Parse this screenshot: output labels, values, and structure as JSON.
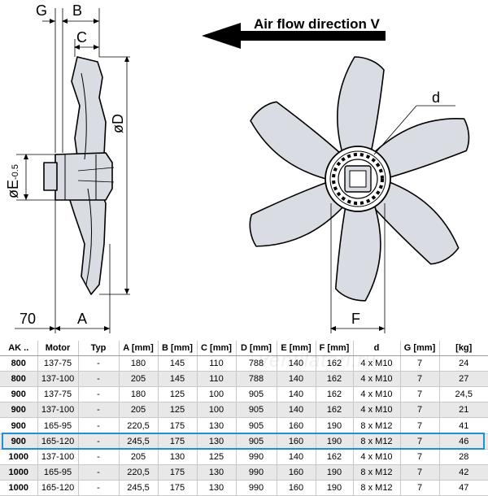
{
  "labels": {
    "g": "G",
    "b": "B",
    "c": "C",
    "d_upper": "øD",
    "e": "øE",
    "e_tol": "-0.5",
    "seventy": "70",
    "a": "A",
    "f": "F",
    "d_lower": "d",
    "airflow": "Air flow direction V"
  },
  "watermark": "ventilatori.ru",
  "table": {
    "headers": [
      "AK ..",
      "Motor",
      "Typ",
      "A [mm]",
      "B [mm]",
      "C [mm]",
      "D [mm]",
      "E [mm]",
      "F [mm]",
      "d",
      "G [mm]",
      "[kg]"
    ],
    "rows": [
      [
        "800",
        "137-75",
        "-",
        "180",
        "145",
        "110",
        "788",
        "140",
        "162",
        "4 x M10",
        "7",
        "24"
      ],
      [
        "800",
        "137-100",
        "-",
        "205",
        "145",
        "110",
        "788",
        "140",
        "162",
        "4 x M10",
        "7",
        "27"
      ],
      [
        "900",
        "137-75",
        "-",
        "180",
        "125",
        "100",
        "905",
        "140",
        "162",
        "4 x M10",
        "7",
        "24,5"
      ],
      [
        "900",
        "137-100",
        "-",
        "205",
        "125",
        "100",
        "905",
        "140",
        "162",
        "4 x M10",
        "7",
        "21"
      ],
      [
        "900",
        "165-95",
        "-",
        "220,5",
        "175",
        "130",
        "905",
        "160",
        "190",
        "8 x M12",
        "7",
        "41"
      ],
      [
        "900",
        "165-120",
        "-",
        "245,5",
        "175",
        "130",
        "905",
        "160",
        "190",
        "8 x M12",
        "7",
        "46"
      ],
      [
        "1000",
        "137-100",
        "-",
        "205",
        "130",
        "125",
        "990",
        "140",
        "162",
        "4 x M10",
        "7",
        "28"
      ],
      [
        "1000",
        "165-95",
        "-",
        "220,5",
        "175",
        "130",
        "990",
        "160",
        "190",
        "8 x M12",
        "7",
        "42"
      ],
      [
        "1000",
        "165-120",
        "-",
        "245,5",
        "175",
        "130",
        "990",
        "160",
        "190",
        "8 x M12",
        "7",
        "47"
      ]
    ],
    "highlighted_row": 5
  },
  "colors": {
    "highlight": "#1f8fd6",
    "blade": "#d9dde3",
    "stripe": "#e8e8e8"
  }
}
